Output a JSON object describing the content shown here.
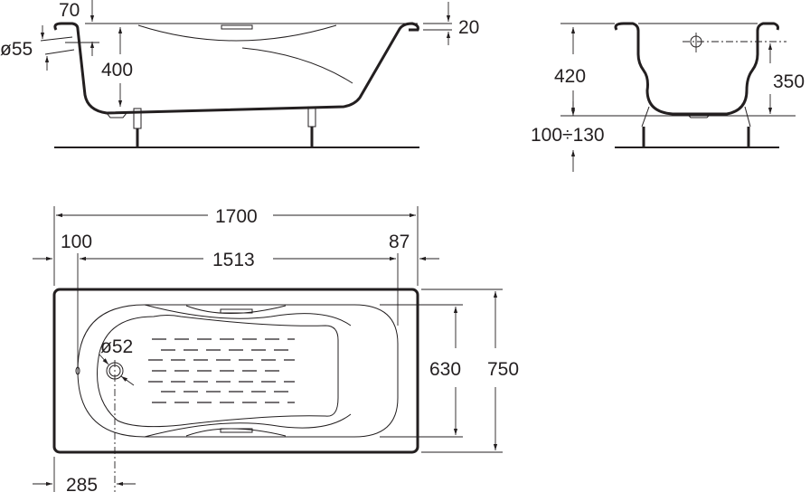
{
  "side_view": {
    "rim_width": "70",
    "rim_height": "20",
    "overflow_diameter": "ø55",
    "overflow_height": "400"
  },
  "end_view": {
    "depth_total": "420",
    "drain_height": "350",
    "feet_height": "100÷130"
  },
  "top_view": {
    "length": "1700",
    "left_offset": "100",
    "inner_length": "1513",
    "right_offset": "87",
    "drain_diameter": "ø52",
    "inner_width": "630",
    "width": "750",
    "drain_offset": "285"
  },
  "colors": {
    "line": "#231f20",
    "background": "#ffffff"
  }
}
